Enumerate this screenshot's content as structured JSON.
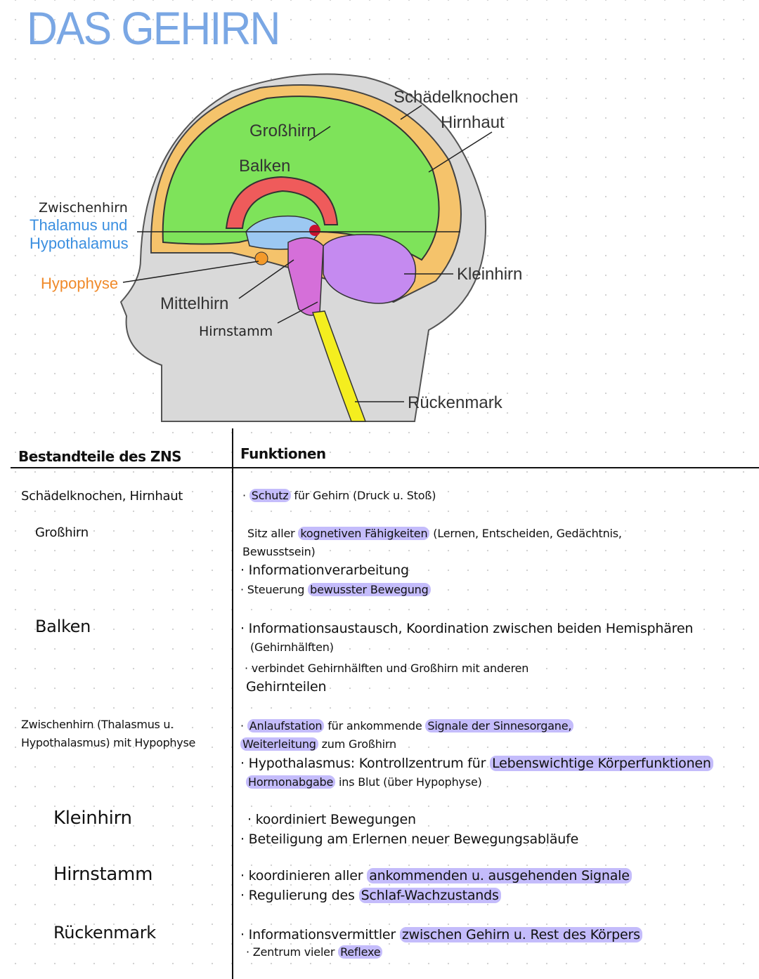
{
  "title": "DAS GEHIRN",
  "diagram": {
    "labels": {
      "skull": "Schädelknochen",
      "meninges": "Hirnhaut",
      "cerebrum": "Großhirn",
      "corpus": "Balken",
      "diencephalon": "Zwischenhirn",
      "thalamus": "Thalamus und",
      "hypothalamus": "Hypothalamus",
      "pituitary": "Hypophyse",
      "midbrain": "Mittelhirn",
      "brainstem": "Hirnstamm",
      "cerebellum": "Kleinhirn",
      "spinal": "Rückenmark"
    },
    "colors": {
      "cerebrum": "#7ee35a",
      "skull": "#f5c36b",
      "corpus": "#ef5b5b",
      "thalamus": "#9cc8f2",
      "cerebellum": "#c58af0",
      "brainstem": "#d56fd9",
      "spinal": "#f4ee1f",
      "head": "#d9d9d9",
      "pituitary": "#f39a2a"
    }
  },
  "table": {
    "header_left": "Bestandteile des ZNS",
    "header_right": "Funktionen",
    "highlight_color": "#c4bcfb",
    "rows": [
      {
        "part": [
          "Schädelknochen, Hirnhaut"
        ],
        "lines": [
          [
            {
              "t": "· "
            },
            {
              "t": "Schutz",
              "h": 1
            },
            {
              "t": " für Gehirn  (Druck u. Stoß)"
            }
          ]
        ]
      },
      {
        "part": [
          "Großhirn"
        ],
        "lines": [
          [
            {
              "t": "Sitz aller "
            },
            {
              "t": "kognetiven Fähigkeiten",
              "h": 1
            },
            {
              "t": " (Lernen, Entscheiden, Gedächtnis,"
            }
          ],
          [
            {
              "t": "Bewusstsein)"
            }
          ],
          [
            {
              "t": "· Informationverarbeitung"
            }
          ],
          [
            {
              "t": "· Steuerung "
            },
            {
              "t": "bewusster Bewegung",
              "h": 1
            }
          ]
        ]
      },
      {
        "part": [
          "Balken"
        ],
        "lines": [
          [
            {
              "t": "· Informationsaustausch, Koordination zwischen beiden Hemisphären"
            }
          ],
          [
            {
              "t": "(Gehirnhälften)"
            }
          ],
          [
            {
              "t": "· verbindet Gehirnhälften und Großhirn mit anderen"
            }
          ],
          [
            {
              "t": "Gehirnteilen"
            }
          ]
        ]
      },
      {
        "part": [
          "Zwischenhirn (Thalasmus u.",
          "Hypothalasmus) mit Hypophyse"
        ],
        "lines": [
          [
            {
              "t": "· "
            },
            {
              "t": "Anlaufstation",
              "h": 1
            },
            {
              "t": "  für ankommende  "
            },
            {
              "t": "Signale der Sinnesorgane,",
              "h": 1
            }
          ],
          [
            {
              "t": "Weiterleitung",
              "h": 1
            },
            {
              "t": " zum Großhirn"
            }
          ],
          [
            {
              "t": "· Hypothalasmus: Kontrollzentrum für "
            },
            {
              "t": "Lebenswichtige Körperfunktionen",
              "h": 1
            }
          ],
          [
            {
              "t": "Hormonabgabe",
              "h": 1
            },
            {
              "t": " ins Blut (über Hypophyse)"
            }
          ]
        ]
      },
      {
        "part": [
          "Kleinhirn"
        ],
        "lines": [
          [
            {
              "t": "· koordiniert Bewegungen"
            }
          ],
          [
            {
              "t": "· Beteiligung am Erlernen neuer Bewegungsabläufe"
            }
          ]
        ]
      },
      {
        "part": [
          "Hirnstamm"
        ],
        "lines": [
          [
            {
              "t": "· koordinieren aller "
            },
            {
              "t": "ankommenden u. ausgehenden Signale",
              "h": 1
            }
          ],
          [
            {
              "t": "· Regulierung des "
            },
            {
              "t": "Schlaf-Wachzustands",
              "h": 1
            }
          ]
        ]
      },
      {
        "part": [
          "Rückenmark"
        ],
        "lines": [
          [
            {
              "t": "· Informationsvermittler "
            },
            {
              "t": "zwischen Gehirn u. Rest des Körpers",
              "h": 1
            }
          ],
          [
            {
              "t": "· Zentrum vieler "
            },
            {
              "t": "Reflexe",
              "h": 1
            }
          ]
        ]
      }
    ]
  }
}
